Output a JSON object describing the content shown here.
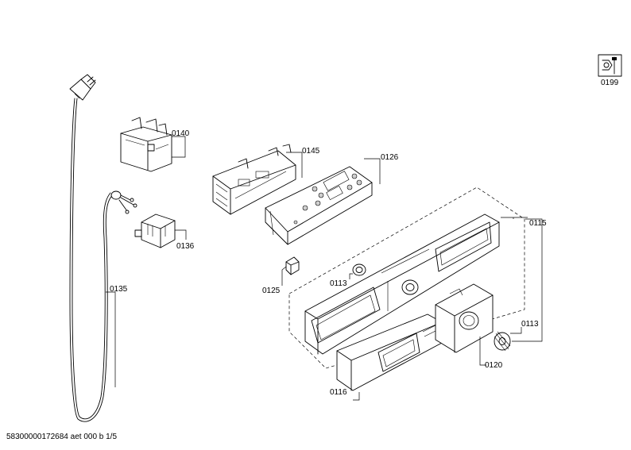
{
  "labels": {
    "p0199": "0199",
    "p0140": "0140",
    "p0145": "0145",
    "p0126": "0126",
    "p0136": "0136",
    "p0115": "0115",
    "p0125": "0125",
    "p0113a": "0113",
    "p0135": "0135",
    "p0113b": "0113",
    "p0120": "0120",
    "p0116": "0116"
  },
  "footer": {
    "document_id": "58300000172684 aet 000 b 1/5"
  },
  "icons": {
    "service": "service-tool-icon"
  }
}
